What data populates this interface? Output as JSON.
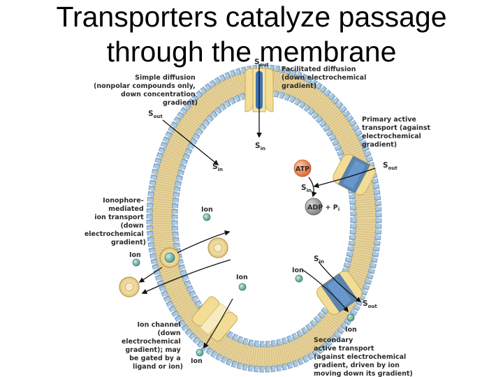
{
  "title": {
    "line1": "Transporters catalyze passage",
    "line2": "through the membrane"
  },
  "labels": {
    "simple_diffusion": [
      "Simple diffusion",
      "(nonpolar compounds only,",
      "down concentration",
      "gradient)"
    ],
    "facilitated_diffusion": [
      "Facilitated diffusion",
      "(down electrochemical",
      "gradient)"
    ],
    "primary_active": [
      "Primary active",
      "transport (against",
      "electrochemical",
      "gradient)"
    ],
    "ionophore": [
      "Ionophore-",
      "mediated",
      "ion transport",
      "(down",
      "electrochemical",
      "gradient)"
    ],
    "ion_channel": [
      "Ion channel",
      "(down",
      "electrochemical",
      "gradient); may",
      "be gated by a",
      "ligand or ion)"
    ],
    "secondary_active": [
      "Secondary",
      "active transport",
      "(against electrochemical",
      "gradient, driven by ion",
      "moving down its gradient)"
    ]
  },
  "symbols": {
    "S": "S",
    "out": "out",
    "in": "in",
    "ion": "Ion",
    "atp": "ATP",
    "adp": "ADP + P",
    "pi_sub": "i"
  },
  "colors": {
    "headgroup": "#a9c9e6",
    "headgroup_stroke": "#7a9fc4",
    "tail": "#ecd9a0",
    "transporter": "#f2dc96",
    "channel_core": "#3f73b3",
    "ion": "#4f9a8d",
    "atp": "#e8763a",
    "adp": "#9a9a9a"
  }
}
